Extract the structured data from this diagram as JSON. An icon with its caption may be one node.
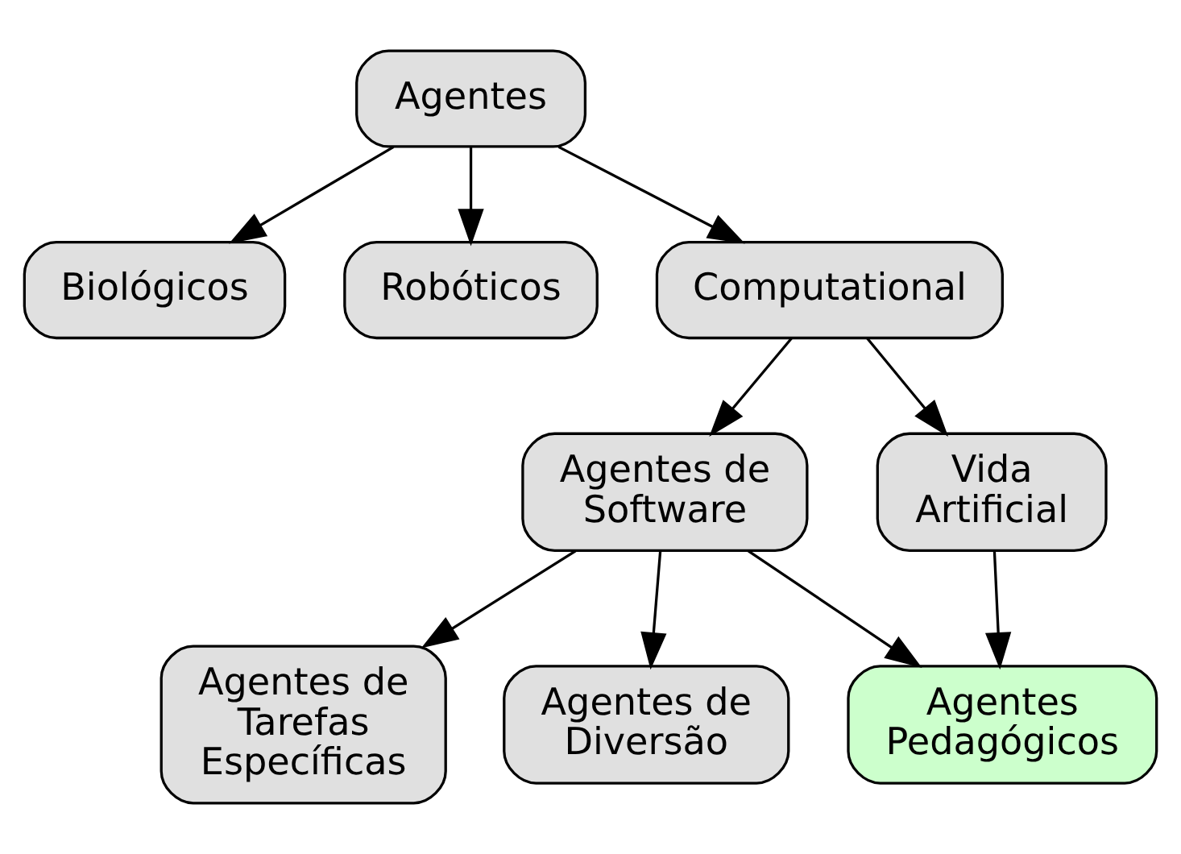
{
  "diagram": {
    "nodes": [
      {
        "text": [
          "Agentes"
        ]
      },
      {
        "text": [
          "Biológicos"
        ]
      },
      {
        "text": [
          "Robóticos"
        ]
      },
      {
        "text": [
          "Computational"
        ]
      },
      {
        "text": [
          "Agentes de Software"
        ]
      },
      {
        "text": [
          "Vida Artificial"
        ]
      },
      {
        "text": [
          "Agentes de Tarefas Específicas"
        ]
      },
      {
        "text": [
          "Agentes de Diversão"
        ]
      },
      {
        "text": [
          "Agentes Pedagógicos"
        ]
      }
    ],
    "edges": [
      {
        "from": 0,
        "to": 1,
        "arrow": "to"
      },
      {
        "from": 0,
        "to": 2,
        "arrow": "to"
      },
      {
        "from": 0,
        "to": 3,
        "arrow": "to"
      },
      {
        "from": 3,
        "to": 4,
        "arrow": "to"
      },
      {
        "from": 3,
        "to": 5,
        "arrow": "to"
      },
      {
        "from": 4,
        "to": 6,
        "arrow": "to"
      },
      {
        "from": 4,
        "to": 7,
        "arrow": "to"
      },
      {
        "from": 4,
        "to": 8,
        "arrow": "to"
      },
      {
        "from": 5,
        "to": 8,
        "arrow": "to"
      }
    ]
  }
}
